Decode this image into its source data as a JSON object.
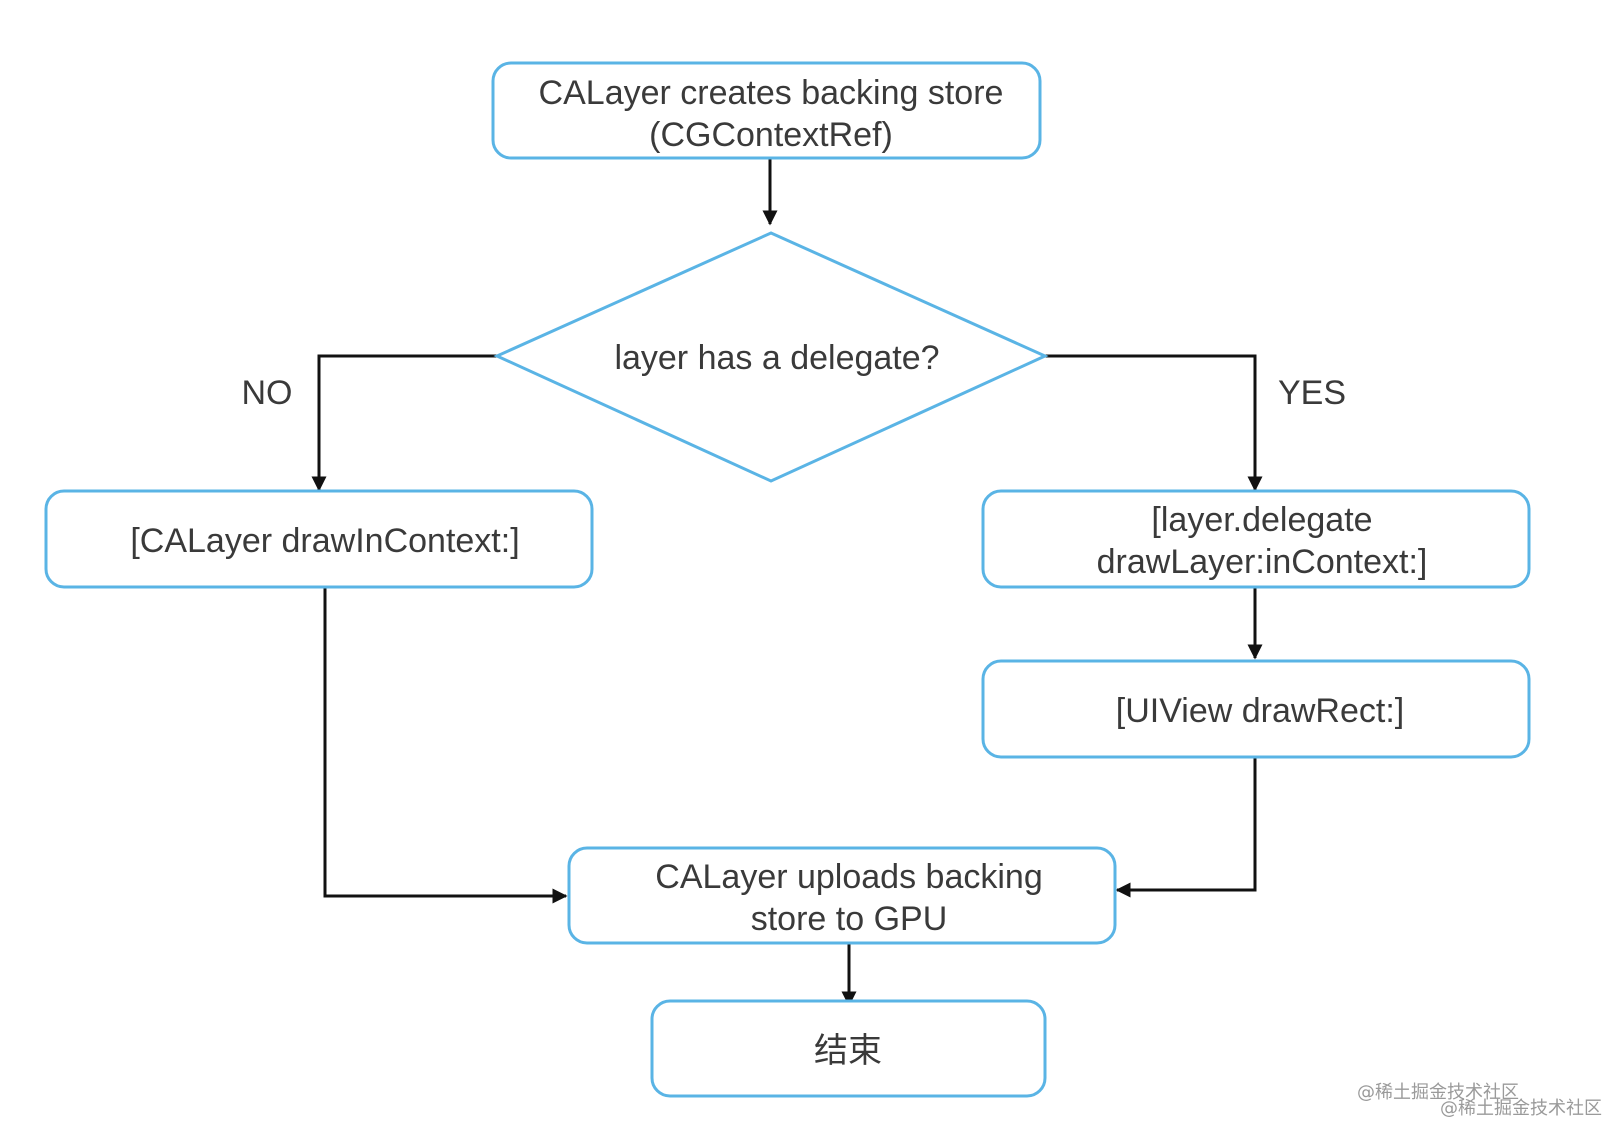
{
  "diagram": {
    "start": {
      "line1": "CALayer creates backing store",
      "line2": "(CGContextRef)"
    },
    "decision": "layer has a delegate?",
    "branch_no": "NO",
    "branch_yes": "YES",
    "no_box": "[CALayer drawInContext:]",
    "yes_box": {
      "line1": "[layer.delegate",
      "line2": "drawLayer:inContext:]"
    },
    "drawrect_box": "[UIView drawRect:]",
    "upload_box": {
      "line1": "CALayer uploads backing",
      "line2": "store to GPU"
    },
    "end_box": "结束"
  },
  "watermark": {
    "first": "@稀土掘金技术社区",
    "second": "@稀土掘金技术社区"
  },
  "colors": {
    "node_border": "#5ab4e5",
    "arrow": "#111111",
    "text": "#3a3a3a"
  }
}
